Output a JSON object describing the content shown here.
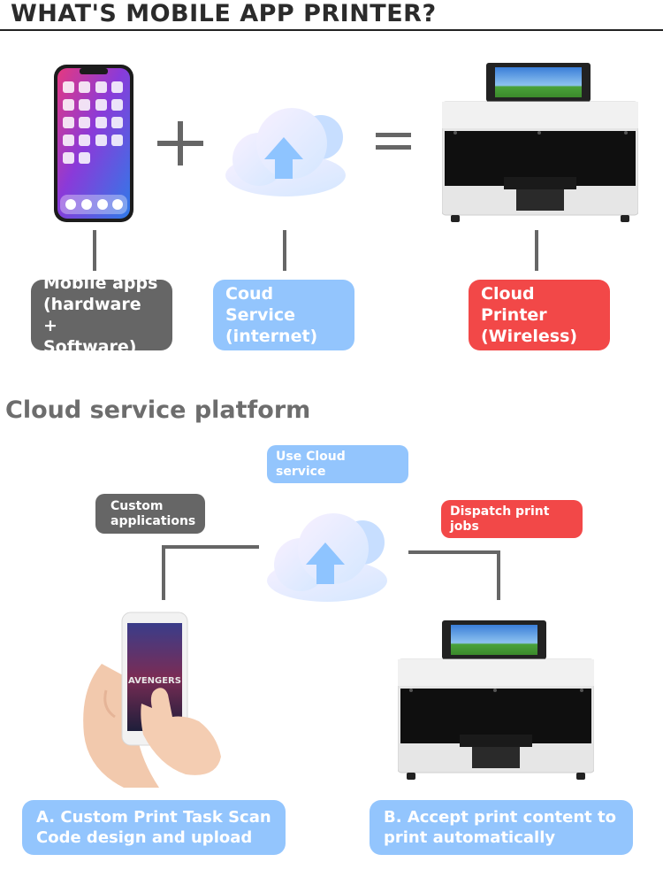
{
  "header": {
    "title": "WHAT'S MOBILE APP PRINTER?"
  },
  "equation": {
    "plus_symbol": "+",
    "equals_symbol": "=",
    "boxes": [
      {
        "lines": [
          "Mobile apps",
          "(hardware +",
          "Software)"
        ],
        "color": "#666666"
      },
      {
        "lines": [
          "Coud Service",
          "(internet)"
        ],
        "color": "#93c5fd"
      },
      {
        "lines": [
          "Cloud Printer",
          "(Wireless)"
        ],
        "color": "#f24848"
      }
    ]
  },
  "platform": {
    "title": "Cloud service platform",
    "pills": [
      {
        "text": "Use Cloud service",
        "color": "#93c5fd"
      },
      {
        "lines": [
          "Custom",
          "applications"
        ],
        "color": "#666666"
      },
      {
        "text": "Dispatch print jobs",
        "color": "#f24848"
      }
    ],
    "bottom_boxes": [
      {
        "lines": [
          "A. Custom Print Task Scan",
          "Code design and upload"
        ],
        "color": "#93c5fd"
      },
      {
        "lines": [
          "B. Accept print content to",
          "print automatically"
        ],
        "color": "#93c5fd"
      }
    ],
    "phone_screen_text": "AVENGERS"
  },
  "icons": [
    "smartphone-icon",
    "cloud-upload-icon",
    "printer-icon",
    "hand-holding-phone-icon"
  ]
}
